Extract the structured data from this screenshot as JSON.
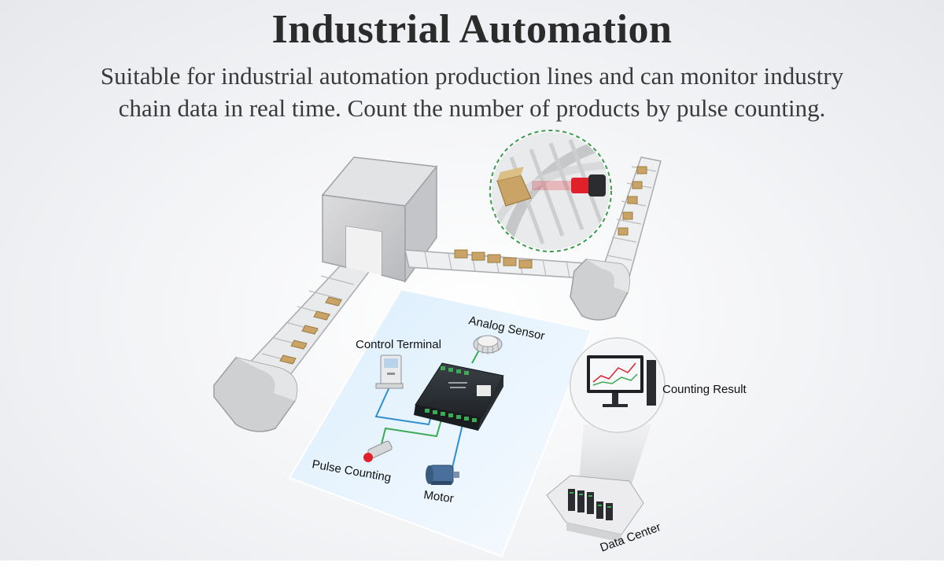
{
  "header": {
    "title": "Industrial Automation",
    "subtitle_line1": "Suitable for industrial automation production lines and can monitor industry",
    "subtitle_line2": "chain data in real time. Count the number of products by pulse counting."
  },
  "diagram": {
    "labels": {
      "analog_sensor": "Analog Sensor",
      "control_terminal": "Control Terminal",
      "counting_result": "Counting Result",
      "pulse_counting": "Pulse Counting",
      "motor": "Motor",
      "data_center": "Data Center"
    },
    "colors": {
      "signal_blue": "#2f8ed0",
      "signal_green": "#3daa55",
      "panel": "#eaf4fd",
      "machine_gray": "#cfd0d2",
      "box_tan": "#c9a466",
      "sensor_red": "#e0202a"
    }
  }
}
